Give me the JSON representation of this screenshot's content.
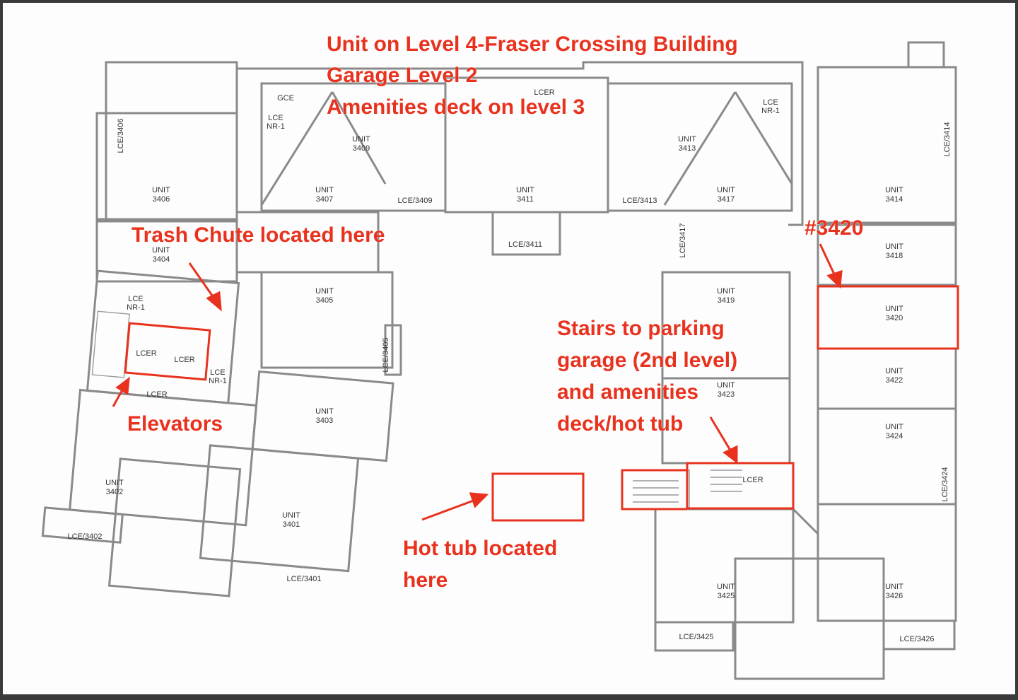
{
  "annotations": {
    "title_line1": "Unit on Level 4-Fraser Crossing Building",
    "title_line2": "Garage Level 2",
    "title_line3": "Amenities deck on level 3",
    "trash_chute": "Trash Chute located here",
    "unit_marker": "#3420",
    "elevators": "Elevators",
    "stairs_line1": "Stairs to parking",
    "stairs_line2": "garage (2nd level)",
    "stairs_line3": "and amenities",
    "stairs_line4": "deck/hot tub",
    "hot_tub_line1": "Hot tub located",
    "hot_tub_line2": "here",
    "highlight_color": "#e8321e"
  },
  "units": [
    {
      "word": "UNIT",
      "number": "3406"
    },
    {
      "word": "UNIT",
      "number": "3404"
    },
    {
      "word": "UNIT",
      "number": "3407"
    },
    {
      "word": "UNIT",
      "number": "3409"
    },
    {
      "word": "UNIT",
      "number": "3411"
    },
    {
      "word": "UNIT",
      "number": "3413"
    },
    {
      "word": "UNIT",
      "number": "3417"
    },
    {
      "word": "UNIT",
      "number": "3414"
    },
    {
      "word": "UNIT",
      "number": "3418"
    },
    {
      "word": "UNIT",
      "number": "3420"
    },
    {
      "word": "UNIT",
      "number": "3422"
    },
    {
      "word": "UNIT",
      "number": "3424"
    },
    {
      "word": "UNIT",
      "number": "3405"
    },
    {
      "word": "UNIT",
      "number": "3403"
    },
    {
      "word": "UNIT",
      "number": "3402"
    },
    {
      "word": "UNIT",
      "number": "3401"
    },
    {
      "word": "UNIT",
      "number": "3419"
    },
    {
      "word": "UNIT",
      "number": "3423"
    },
    {
      "word": "UNIT",
      "number": "3425"
    },
    {
      "word": "UNIT",
      "number": "3426"
    }
  ],
  "common_areas": {
    "lce_3409": "LCE/3409",
    "lce_3411": "LCE/3411",
    "lce_3413": "LCE/3413",
    "lce_3417": "LCE/3417",
    "lce_3406": "LCE/3406",
    "lce_3414": "LCE/3414",
    "lce_3405": "LCE/3405",
    "lce_3424": "LCE/3424",
    "lce_3402": "LCE/3402",
    "lce_3401": "LCE/3401",
    "lce_3425": "LCE/3425",
    "lce_3426": "LCE/3426",
    "gce": "GCE",
    "lce": "LCE",
    "nr1": "NR-1",
    "lcer": "LCER"
  }
}
